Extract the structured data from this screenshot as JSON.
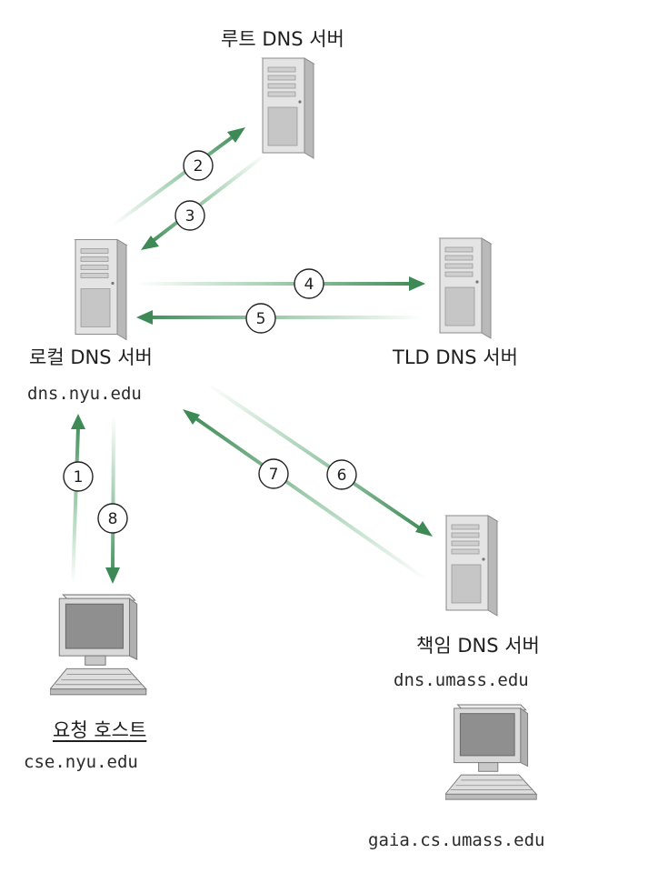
{
  "nodes": {
    "root": {
      "label": "루트 DNS 서버"
    },
    "local": {
      "label": "로컬 DNS 서버",
      "host": "dns.nyu.edu"
    },
    "tld": {
      "label": "TLD DNS 서버"
    },
    "authoritative": {
      "label": "책임 DNS 서버",
      "host": "dns.umass.edu"
    },
    "requesting": {
      "label": "요청 호스트",
      "host": "cse.nyu.edu"
    },
    "target": {
      "host": "gaia.cs.umass.edu"
    }
  },
  "steps": [
    "1",
    "2",
    "3",
    "4",
    "5",
    "6",
    "7",
    "8"
  ],
  "colors": {
    "arrow": "#3d8a56",
    "arrow_fade": "#cfe6d6"
  }
}
